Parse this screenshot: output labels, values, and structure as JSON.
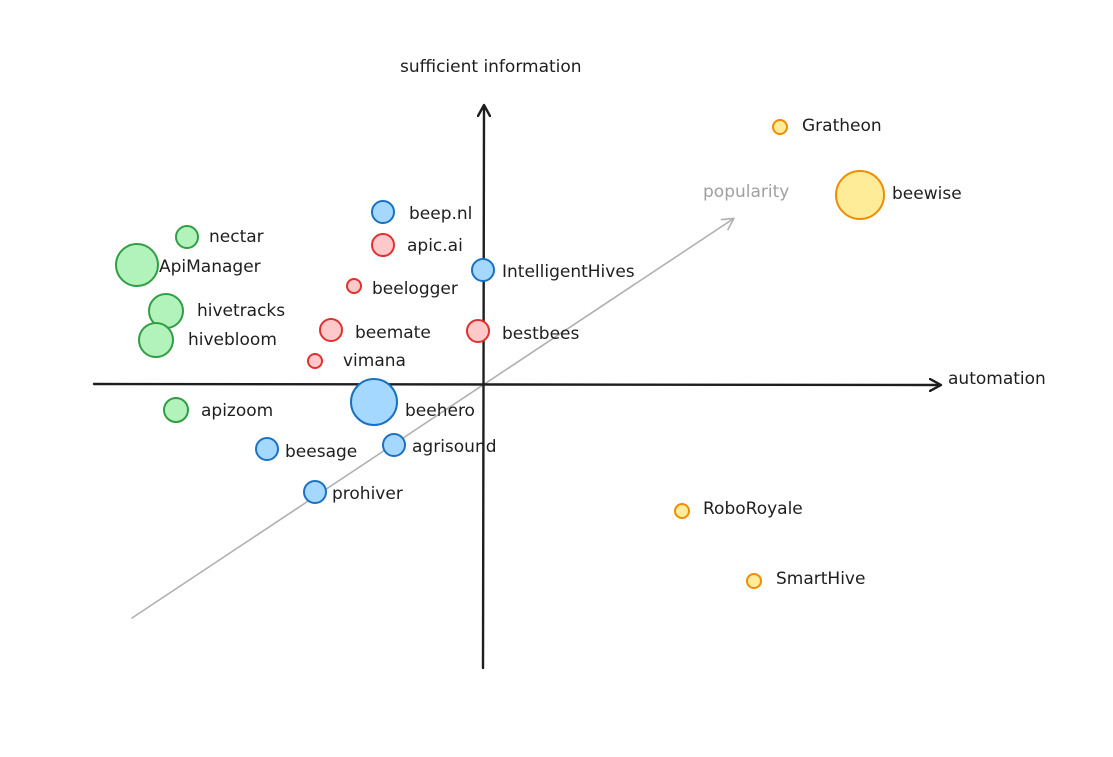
{
  "axes": {
    "y_label": "sufficient information",
    "x_label": "automation",
    "diagonal_label": "popularity"
  },
  "colors": {
    "axis": "#1e1e1e",
    "diagonal": "#b0b0b0",
    "popularity_text": "#a0a0a0",
    "green": {
      "fill": "#b2f2bb",
      "stroke": "#2f9e44"
    },
    "blue": {
      "fill": "#a5d8ff",
      "stroke": "#1971c2"
    },
    "red": {
      "fill": "#ffc9c9",
      "stroke": "#e03131"
    },
    "orange": {
      "fill": "#ffec99",
      "stroke": "#f08c00"
    }
  },
  "nodes": [
    {
      "id": "gratheon",
      "label": "Gratheon",
      "group": "orange",
      "size": "small"
    },
    {
      "id": "beewise",
      "label": "beewise",
      "group": "orange",
      "size": "large"
    },
    {
      "id": "roboroyale",
      "label": "RoboRoyale",
      "group": "orange",
      "size": "small"
    },
    {
      "id": "smarthive",
      "label": "SmartHive",
      "group": "orange",
      "size": "small"
    },
    {
      "id": "beep",
      "label": "beep.nl",
      "group": "blue",
      "size": "small"
    },
    {
      "id": "intelligenthives",
      "label": "IntelligentHives",
      "group": "blue",
      "size": "small"
    },
    {
      "id": "beehero",
      "label": "beehero",
      "group": "blue",
      "size": "large"
    },
    {
      "id": "beesage",
      "label": "beesage",
      "group": "blue",
      "size": "small"
    },
    {
      "id": "agrisound",
      "label": "agrisound",
      "group": "blue",
      "size": "small"
    },
    {
      "id": "prohiver",
      "label": "prohiver",
      "group": "blue",
      "size": "small"
    },
    {
      "id": "apicai",
      "label": "apic.ai",
      "group": "red",
      "size": "small"
    },
    {
      "id": "beelogger",
      "label": "beelogger",
      "group": "red",
      "size": "tiny"
    },
    {
      "id": "beemate",
      "label": "beemate",
      "group": "red",
      "size": "small"
    },
    {
      "id": "bestbees",
      "label": "bestbees",
      "group": "red",
      "size": "small"
    },
    {
      "id": "vimana",
      "label": "vimana",
      "group": "red",
      "size": "tiny"
    },
    {
      "id": "nectar",
      "label": "nectar",
      "group": "green",
      "size": "small"
    },
    {
      "id": "apimanager",
      "label": "ApiManager",
      "group": "green",
      "size": "large"
    },
    {
      "id": "hivetracks",
      "label": "hivetracks",
      "group": "green",
      "size": "medium"
    },
    {
      "id": "hivebloom",
      "label": "hivebloom",
      "group": "green",
      "size": "medium"
    },
    {
      "id": "apizoom",
      "label": "apizoom",
      "group": "green",
      "size": "small"
    }
  ]
}
